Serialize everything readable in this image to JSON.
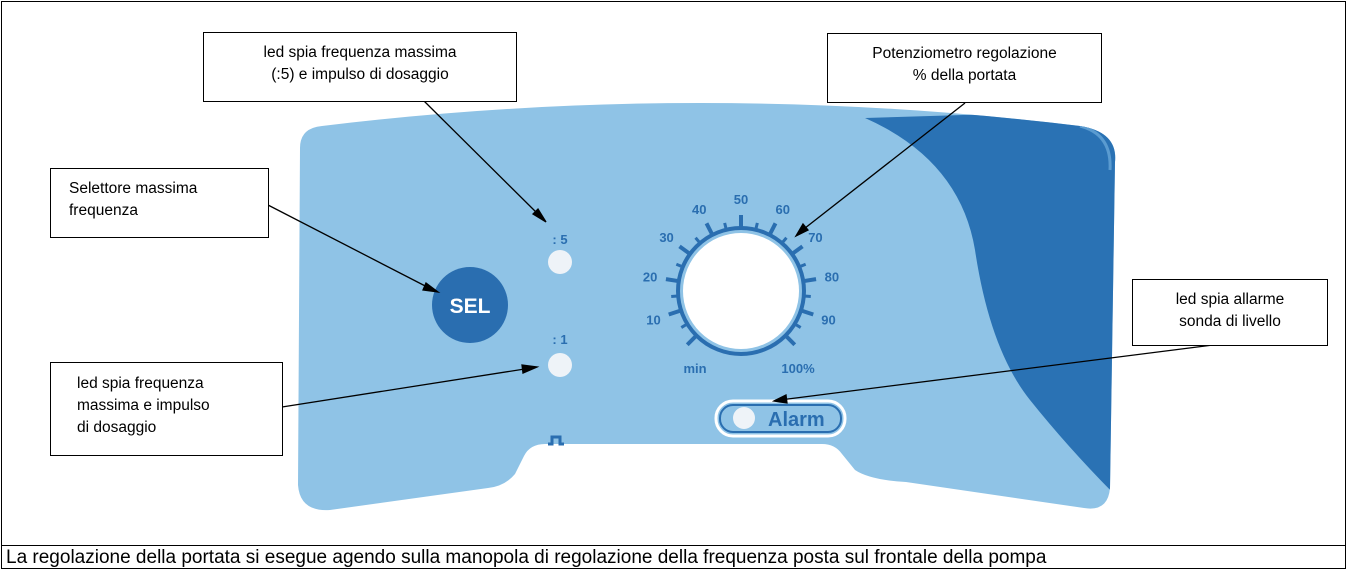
{
  "callouts": {
    "led_top": {
      "line1": "led spia frequenza massima",
      "line2": "(:5) e impulso di dosaggio"
    },
    "potentiometer": {
      "line1": "Potenziometro regolazione",
      "line2": "% della portata"
    },
    "selector": {
      "line1": "Selettore massima",
      "line2": "frequenza"
    },
    "alarm_led": {
      "line1": "led spia allarme",
      "line2": "sonda di livello"
    },
    "led_bottom": {
      "line1": "led spia frequenza",
      "line2": "massima e impulso",
      "line3": "di dosaggio"
    }
  },
  "panel": {
    "sel_label": "SEL",
    "led_top_label": ": 5",
    "led_bottom_label": ": 1",
    "alarm_label": "Alarm",
    "dial_ticks": [
      "min",
      "10",
      "20",
      "30",
      "40",
      "50",
      "60",
      "70",
      "80",
      "90",
      "100%"
    ]
  },
  "colors": {
    "panel_light": "#8fc3e6",
    "panel_dark": "#2a6eb0",
    "led": "#eef3f8"
  },
  "caption": "La regolazione della portata si esegue agendo sulla manopola di regolazione della frequenza posta sul frontale della pompa"
}
